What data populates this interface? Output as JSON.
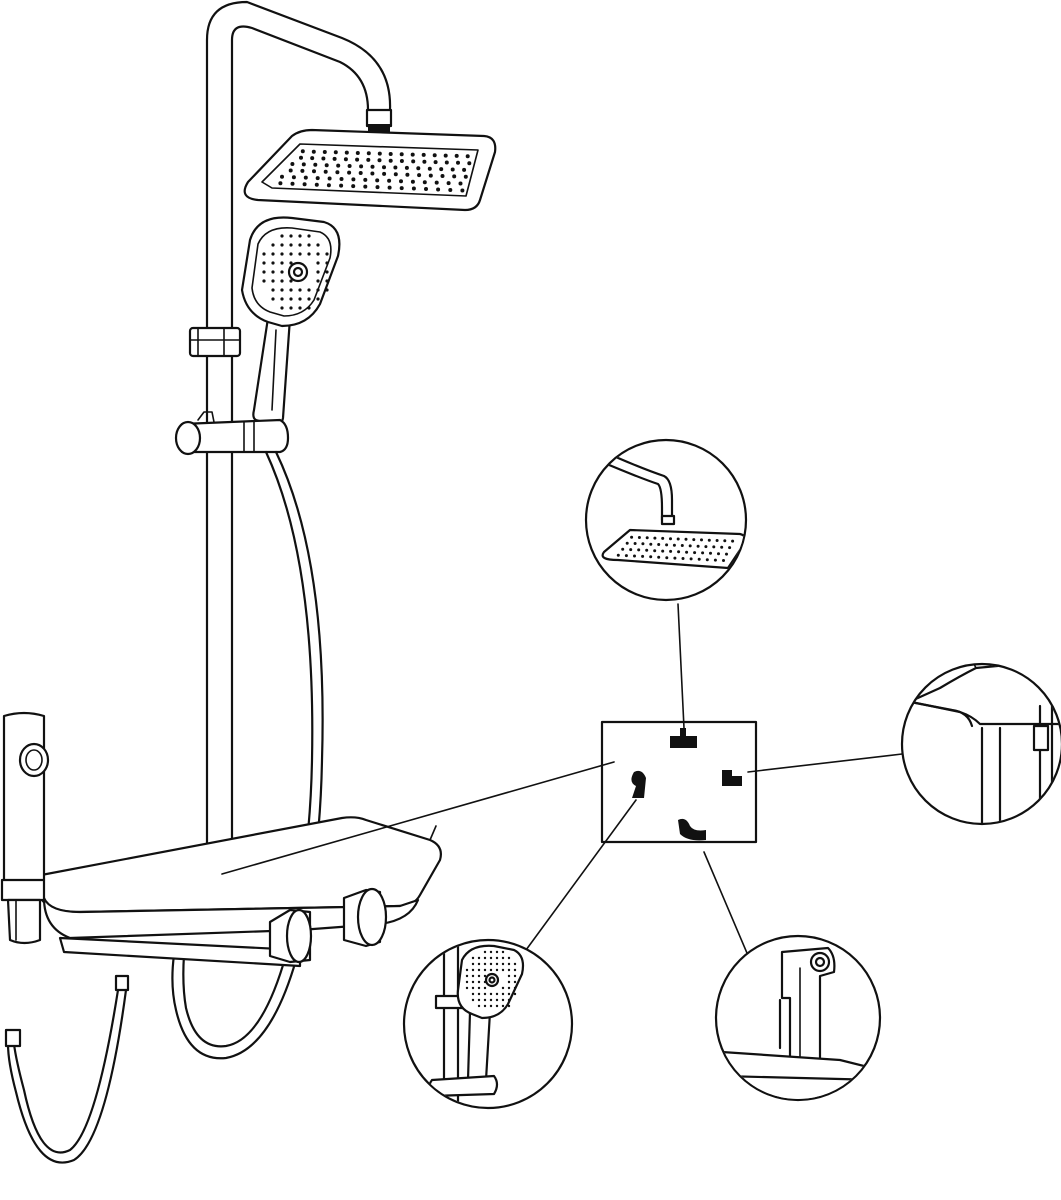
{
  "figure": {
    "kind": "line-drawing",
    "subject": "shower-column-assembly",
    "callouts": [
      "rain-shower-head",
      "shelf-corner",
      "hand-shower-holder",
      "mixer-outlet"
    ],
    "colors": {
      "line": "#111111",
      "background": "#ffffff"
    }
  }
}
